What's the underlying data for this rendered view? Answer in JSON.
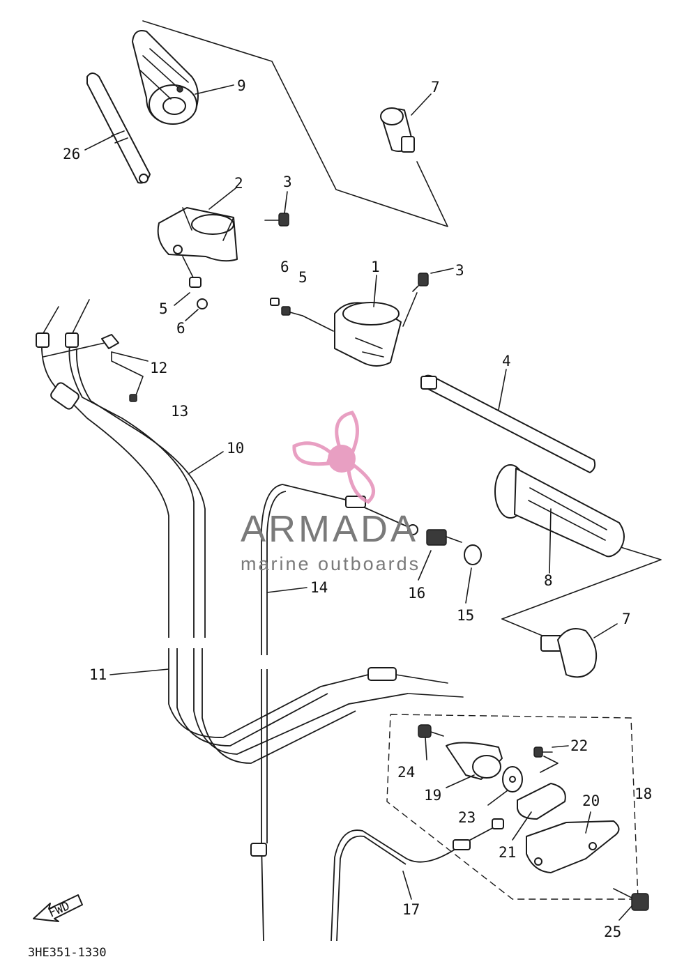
{
  "diagram_code": "3HE351-1330",
  "fwd_label": "FWD",
  "watermark": {
    "brand": "ARMADA",
    "tagline": "marine outboards",
    "brand_color": "#7a7a7a",
    "accent_color": "#e58fb8"
  },
  "callouts": [
    {
      "id": "1",
      "label": "1"
    },
    {
      "id": "2",
      "label": "2"
    },
    {
      "id": "3a",
      "label": "3"
    },
    {
      "id": "3b",
      "label": "3"
    },
    {
      "id": "4",
      "label": "4"
    },
    {
      "id": "5a",
      "label": "5"
    },
    {
      "id": "5b",
      "label": "5"
    },
    {
      "id": "6a",
      "label": "6"
    },
    {
      "id": "6b",
      "label": "6"
    },
    {
      "id": "7a",
      "label": "7"
    },
    {
      "id": "7b",
      "label": "7"
    },
    {
      "id": "8",
      "label": "8"
    },
    {
      "id": "9",
      "label": "9"
    },
    {
      "id": "10",
      "label": "10"
    },
    {
      "id": "11",
      "label": "11"
    },
    {
      "id": "12",
      "label": "12"
    },
    {
      "id": "13",
      "label": "13"
    },
    {
      "id": "14",
      "label": "14"
    },
    {
      "id": "15",
      "label": "15"
    },
    {
      "id": "16",
      "label": "16"
    },
    {
      "id": "17",
      "label": "17"
    },
    {
      "id": "18",
      "label": "18"
    },
    {
      "id": "19",
      "label": "19"
    },
    {
      "id": "20",
      "label": "20"
    },
    {
      "id": "21",
      "label": "21"
    },
    {
      "id": "22",
      "label": "22"
    },
    {
      "id": "23",
      "label": "23"
    },
    {
      "id": "24",
      "label": "24"
    },
    {
      "id": "25",
      "label": "25"
    },
    {
      "id": "26",
      "label": "26"
    }
  ]
}
